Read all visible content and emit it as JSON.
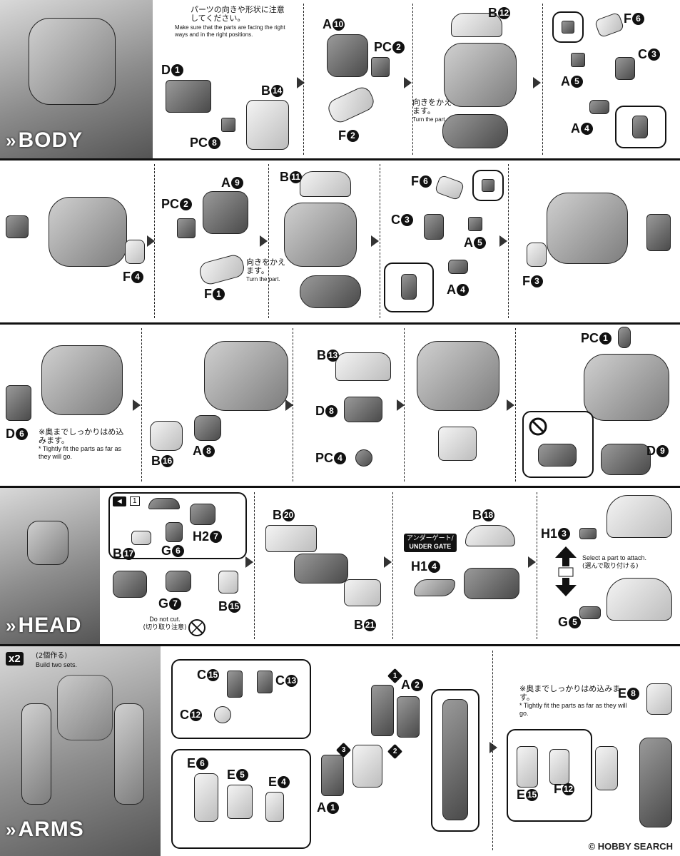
{
  "sections": {
    "body": {
      "label": "BODY"
    },
    "head": {
      "label": "HEAD"
    },
    "arms": {
      "label": "ARMS"
    }
  },
  "notices": {
    "orientation_jp": "パーツの向きや形状に注意してください。",
    "orientation_en": "Make sure that the parts are facing the right ways and in the right positions.",
    "turn_jp": "向きをかえます。",
    "turn_en": "Turn the part.",
    "tight_jp": "※奥までしっかりはめ込みます。",
    "tight_en": "* Tightly fit the parts as far as they will go.",
    "nocut_en": "Do not cut.",
    "nocut_jp": "(切り取り注意)",
    "select_en": "Select a part to attach.",
    "select_jp": "(選んで取り付ける)",
    "undergate_jp": "アンダーゲート/",
    "undergate_en": "UNDER GATE",
    "build_two_jp": "(2個作る)",
    "build_two_en": "Build two sets.",
    "x2": "x2"
  },
  "row1": {
    "d1": {
      "l": "D",
      "n": "1"
    },
    "b14": {
      "l": "B",
      "n": "14"
    },
    "pc8": {
      "l": "PC",
      "n": "8"
    },
    "a10": {
      "l": "A",
      "n": "10"
    },
    "pc2": {
      "l": "PC",
      "n": "2"
    },
    "f2": {
      "l": "F",
      "n": "2"
    },
    "b12": {
      "l": "B",
      "n": "12"
    },
    "f6": {
      "l": "F",
      "n": "6"
    },
    "c3": {
      "l": "C",
      "n": "3"
    },
    "a5": {
      "l": "A",
      "n": "5"
    },
    "a4": {
      "l": "A",
      "n": "4"
    }
  },
  "row2": {
    "f4": {
      "l": "F",
      "n": "4"
    },
    "pc2": {
      "l": "PC",
      "n": "2"
    },
    "a9": {
      "l": "A",
      "n": "9"
    },
    "f1": {
      "l": "F",
      "n": "1"
    },
    "b11": {
      "l": "B",
      "n": "11"
    },
    "f6": {
      "l": "F",
      "n": "6"
    },
    "c3": {
      "l": "C",
      "n": "3"
    },
    "a5": {
      "l": "A",
      "n": "5"
    },
    "a4": {
      "l": "A",
      "n": "4"
    },
    "f3": {
      "l": "F",
      "n": "3"
    }
  },
  "row3": {
    "d6": {
      "l": "D",
      "n": "6"
    },
    "b16": {
      "l": "B",
      "n": "16"
    },
    "a8": {
      "l": "A",
      "n": "8"
    },
    "b13": {
      "l": "B",
      "n": "13"
    },
    "d8": {
      "l": "D",
      "n": "8"
    },
    "pc4": {
      "l": "PC",
      "n": "4"
    },
    "pc1": {
      "l": "PC",
      "n": "1"
    },
    "d9": {
      "l": "D",
      "n": "9"
    }
  },
  "row4": {
    "b17": {
      "l": "B",
      "n": "17"
    },
    "g6": {
      "l": "G",
      "n": "6"
    },
    "h27": {
      "l": "H2",
      "n": "7"
    },
    "g7": {
      "l": "G",
      "n": "7"
    },
    "b15": {
      "l": "B",
      "n": "15"
    },
    "b20": {
      "l": "B",
      "n": "20"
    },
    "b21": {
      "l": "B",
      "n": "21"
    },
    "b18": {
      "l": "B",
      "n": "18"
    },
    "h14": {
      "l": "H1",
      "n": "4"
    },
    "h13": {
      "l": "H1",
      "n": "3"
    },
    "g5": {
      "l": "G",
      "n": "5"
    },
    "tool_num": "1"
  },
  "row5": {
    "c15": {
      "l": "C",
      "n": "15"
    },
    "c13": {
      "l": "C",
      "n": "13"
    },
    "c12": {
      "l": "C",
      "n": "12"
    },
    "e6": {
      "l": "E",
      "n": "6"
    },
    "e5": {
      "l": "E",
      "n": "5"
    },
    "e4": {
      "l": "E",
      "n": "4"
    },
    "a1": {
      "l": "A",
      "n": "1"
    },
    "a2": {
      "l": "A",
      "n": "2"
    },
    "e8": {
      "l": "E",
      "n": "8"
    },
    "e15": {
      "l": "E",
      "n": "15"
    },
    "f12": {
      "l": "F",
      "n": "12"
    }
  },
  "watermark": "HOBBY SEARCH",
  "copyright": "©"
}
